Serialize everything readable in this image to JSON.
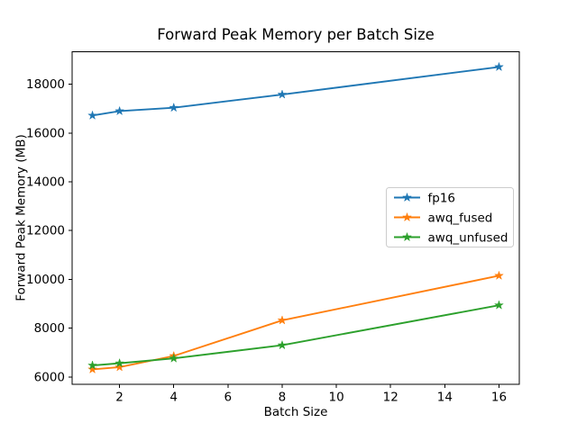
{
  "figure": {
    "background": "#ffffff",
    "text_color": "#000000",
    "spine_color": "#000000",
    "legend_border_color": "#cccccc",
    "legend_background": "#ffffff"
  },
  "chart_data": {
    "type": "line",
    "title": "Forward Peak Memory per Batch Size",
    "xlabel": "Batch Size",
    "ylabel": "Forward Peak Memory (MB)",
    "x": [
      1,
      2,
      4,
      8,
      16
    ],
    "series": [
      {
        "name": "fp16",
        "color": "#1f77b4",
        "marker": "star",
        "values": [
          16720,
          16900,
          17040,
          17580,
          18710
        ]
      },
      {
        "name": "awq_fused",
        "color": "#ff7f0e",
        "marker": "star",
        "values": [
          6310,
          6400,
          6860,
          8320,
          10150
        ]
      },
      {
        "name": "awq_unfused",
        "color": "#2ca02c",
        "marker": "star",
        "values": [
          6470,
          6560,
          6760,
          7300,
          8940
        ]
      }
    ],
    "xticks": [
      2,
      4,
      6,
      8,
      10,
      12,
      14,
      16
    ],
    "yticks": [
      6000,
      8000,
      10000,
      12000,
      14000,
      16000,
      18000
    ],
    "xlim": [
      0.25,
      16.75
    ],
    "ylim": [
      5690,
      19330
    ],
    "grid": false,
    "legend_position": "center-right",
    "legend_labels": [
      "fp16",
      "awq_fused",
      "awq_unfused"
    ]
  }
}
